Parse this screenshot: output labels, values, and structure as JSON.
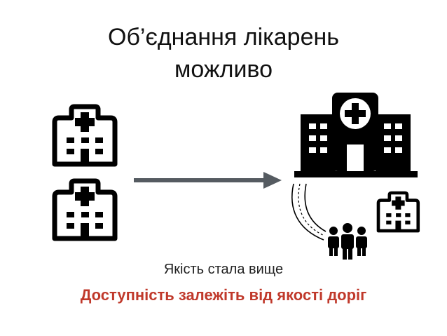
{
  "slide": {
    "title_line1": "Об’єднання лікарень",
    "title_line2": "можливо",
    "quality_text": "Якість стала вище",
    "access_text": "Доступність залежіть від якості доріг"
  },
  "colors": {
    "accent_red": "#c0392b",
    "arrow_gray": "#555b61",
    "icon_black": "#000000"
  },
  "icons": [
    "hospital-outline-icon",
    "hospital-outline-icon",
    "arrow-right-icon",
    "large-hospital-icon",
    "road-icon",
    "people-group-icon",
    "hospital-outline-icon"
  ]
}
